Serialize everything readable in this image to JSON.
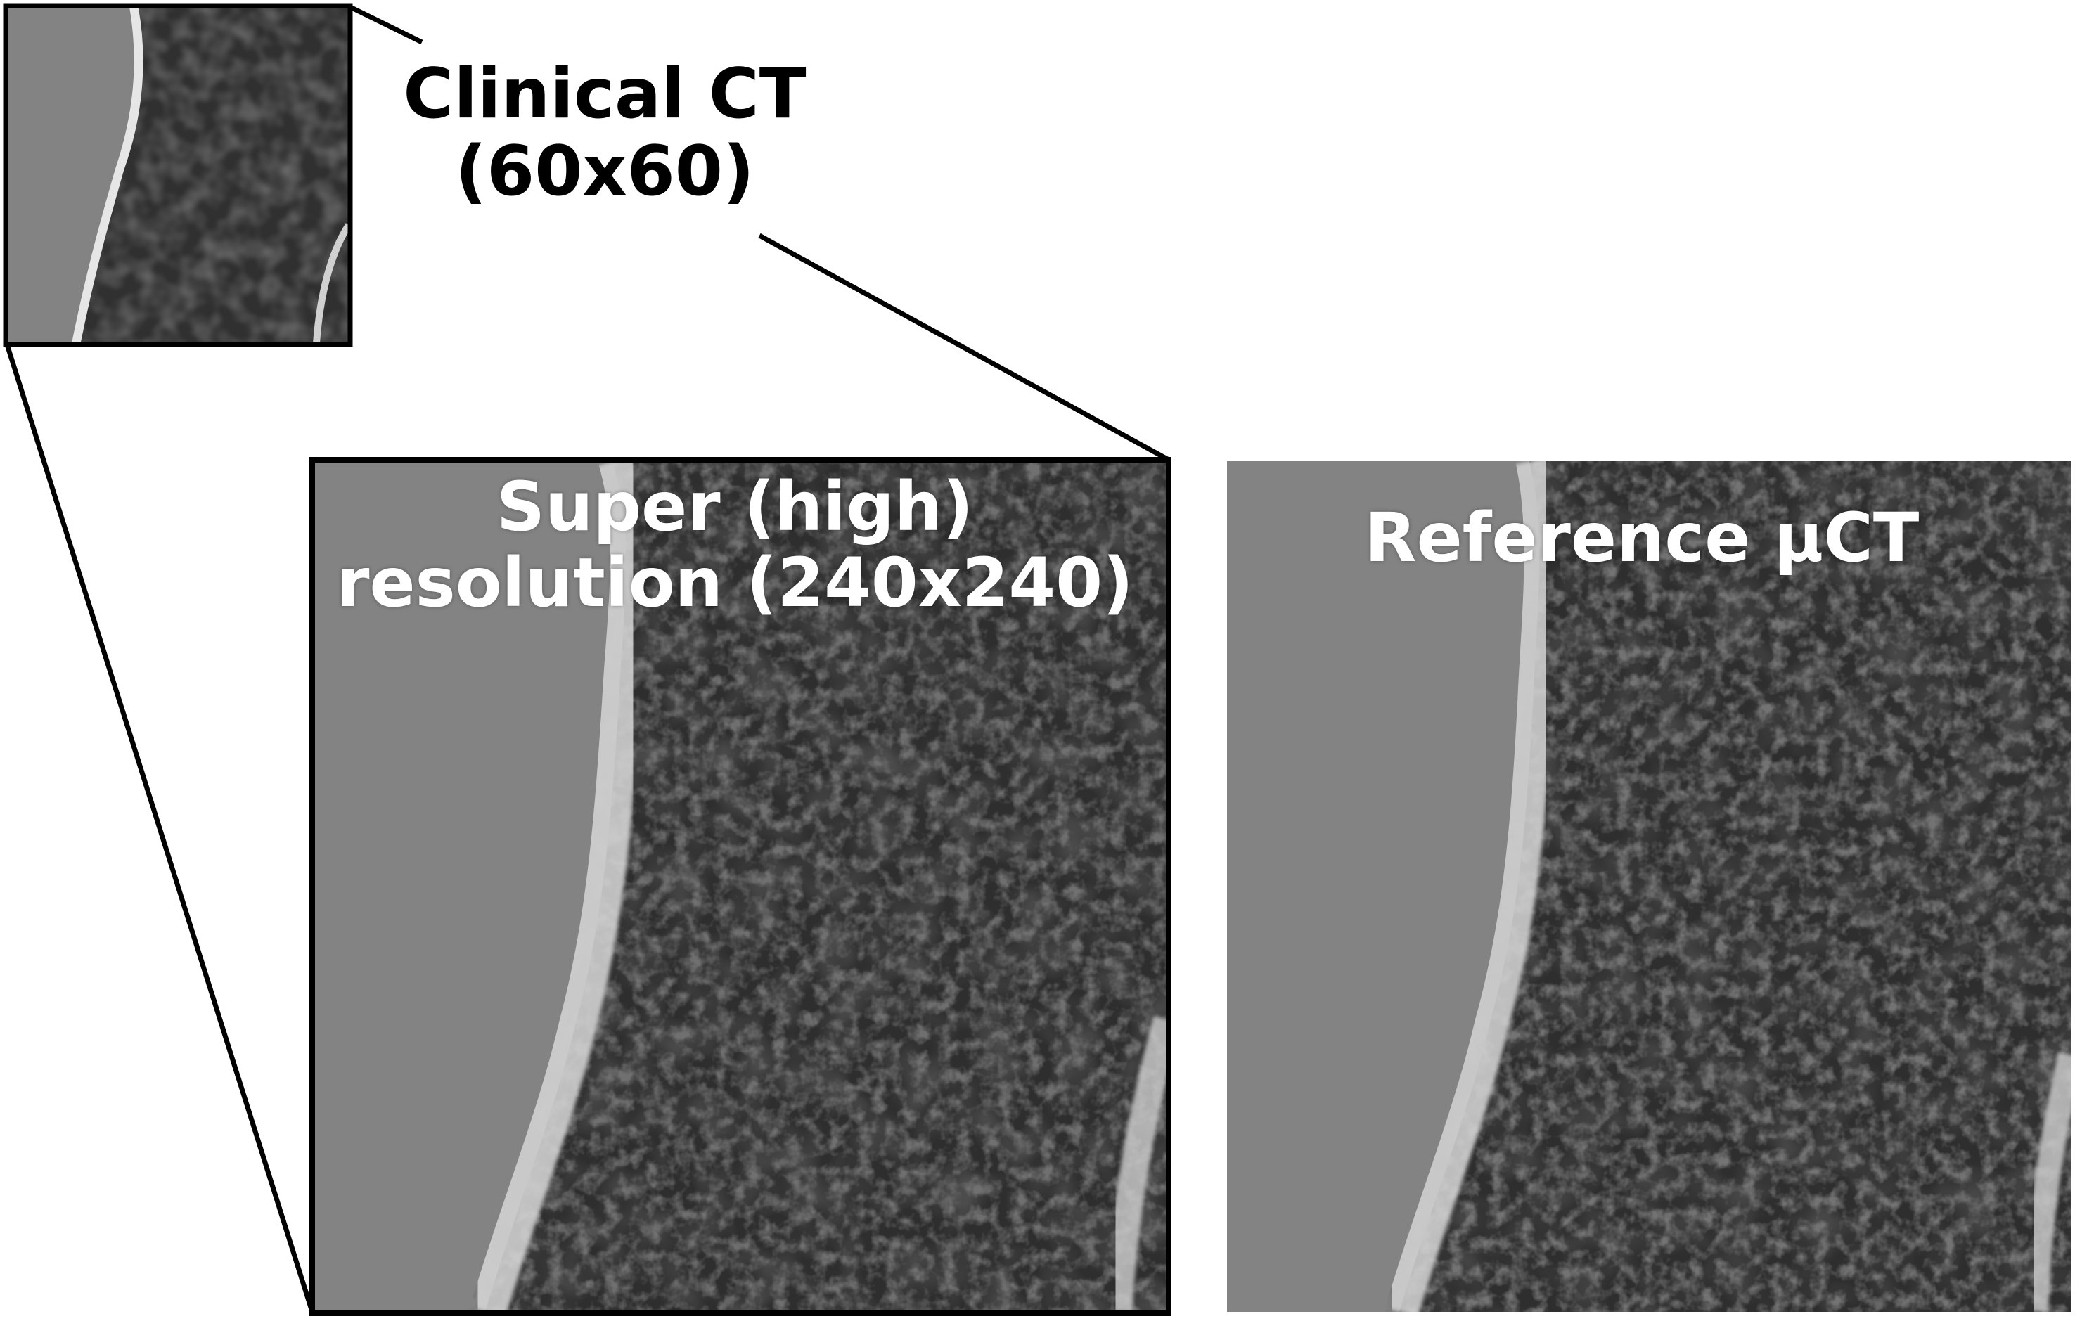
{
  "panels": {
    "clinical": {
      "line1": "Clinical CT",
      "line2": "(60x60)"
    },
    "super": {
      "line1": "Super (high)",
      "line2": "resolution (240x240)"
    },
    "reference": {
      "line1": "Reference µCT"
    }
  },
  "colors": {
    "background_gray": "#838383",
    "tissue_dark": "#2e2e2e",
    "bone_light": "#d9d9d9",
    "frame": "#000000",
    "label_dark": "#000000",
    "label_light": "#ffffff"
  }
}
